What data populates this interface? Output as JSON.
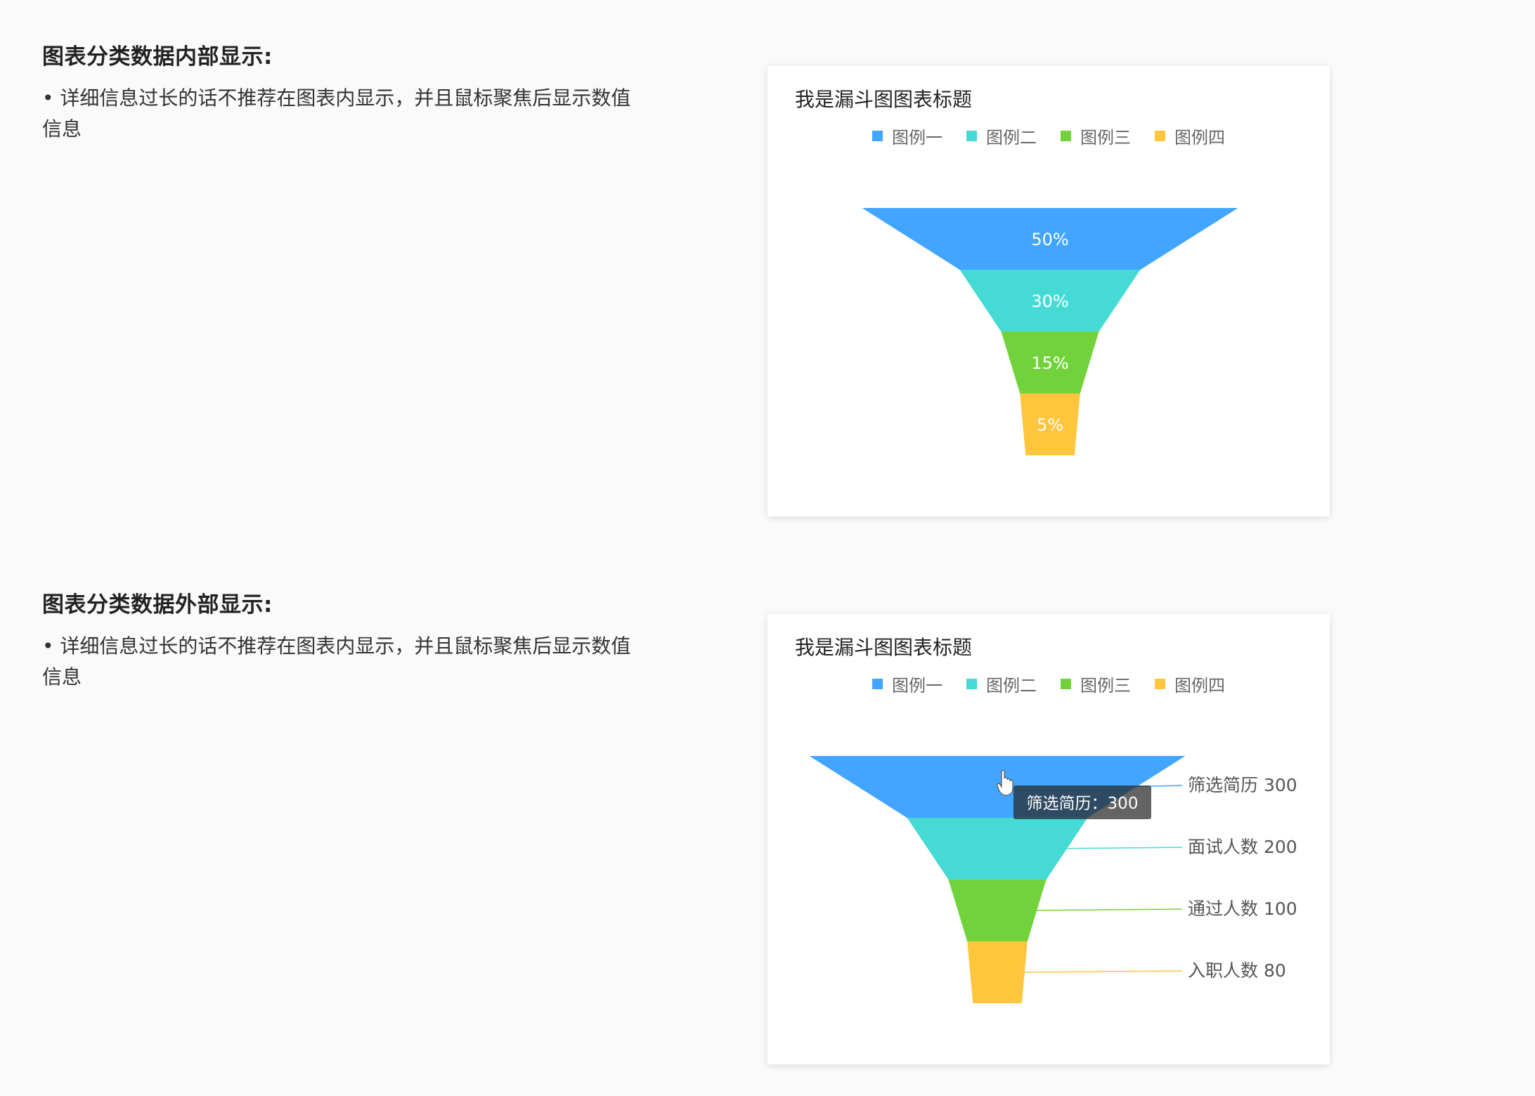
{
  "sections": [
    {
      "heading": "图表分类数据内部显示:",
      "description": "• 详细信息过长的话不推荐在图表内显示，并且鼠标聚焦后显示数值信息"
    },
    {
      "heading": "图表分类数据外部显示:",
      "description": "• 详细信息过长的话不推荐在图表内显示，并且鼠标聚焦后显示数值信息"
    }
  ],
  "colors": {
    "series1": "#42a5ff",
    "series2": "#45dad4",
    "series3": "#72d23c",
    "series4": "#ffc53d"
  },
  "chart_data": [
    {
      "type": "funnel",
      "title": "我是漏斗图图表标题",
      "legend": [
        "图例一",
        "图例二",
        "图例三",
        "图例四"
      ],
      "legend_position": "top-center",
      "label_position": "inside",
      "values": [
        50,
        30,
        15,
        5
      ],
      "labels": [
        "50%",
        "30%",
        "15%",
        "5%"
      ]
    },
    {
      "type": "funnel",
      "title": "我是漏斗图图表标题",
      "legend": [
        "图例一",
        "图例二",
        "图例三",
        "图例四"
      ],
      "legend_position": "top-center",
      "label_position": "outside-right",
      "categories": [
        "筛选简历",
        "面试人数",
        "通过人数",
        "入职人数"
      ],
      "values": [
        300,
        200,
        100,
        80
      ],
      "labels": [
        "筛选简历 300",
        "面试人数 200",
        "通过人数 100",
        "入职人数 80"
      ],
      "tooltip": "筛选简历：300",
      "tooltip_series_index": 0
    }
  ]
}
